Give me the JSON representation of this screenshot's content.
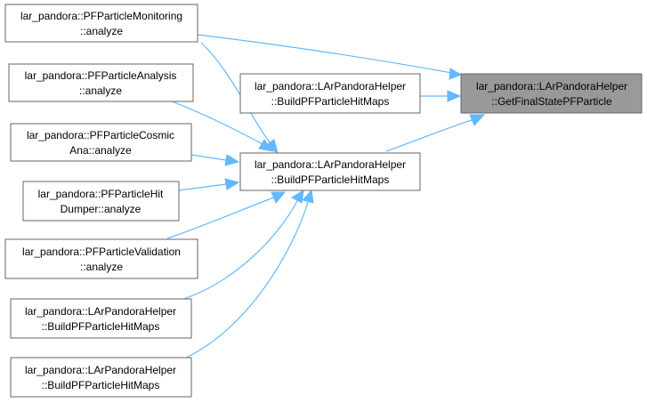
{
  "graph": {
    "nodes": [
      {
        "id": "n_getfinal",
        "lines": [
          "lar_pandora::LArPandoraHelper",
          "::GetFinalStatePFParticle"
        ],
        "highlighted": true
      },
      {
        "id": "n_build_top",
        "lines": [
          "lar_pandora::LArPandoraHelper",
          "::BuildPFParticleHitMaps"
        ]
      },
      {
        "id": "n_build_mid",
        "lines": [
          "lar_pandora::LArPandoraHelper",
          "::BuildPFParticleHitMaps"
        ]
      },
      {
        "id": "n_monitoring",
        "lines": [
          "lar_pandora::PFParticleMonitoring",
          "::analyze"
        ]
      },
      {
        "id": "n_analysis",
        "lines": [
          "lar_pandora::PFParticleAnalysis",
          "::analyze"
        ]
      },
      {
        "id": "n_cosmic",
        "lines": [
          "lar_pandora::PFParticleCosmic",
          "Ana::analyze"
        ]
      },
      {
        "id": "n_hitdumper",
        "lines": [
          "lar_pandora::PFParticleHit",
          "Dumper::analyze"
        ]
      },
      {
        "id": "n_validation",
        "lines": [
          "lar_pandora::PFParticleValidation",
          "::analyze"
        ]
      },
      {
        "id": "n_build_l1",
        "lines": [
          "lar_pandora::LArPandoraHelper",
          "::BuildPFParticleHitMaps"
        ]
      },
      {
        "id": "n_build_l2",
        "lines": [
          "lar_pandora::LArPandoraHelper",
          "::BuildPFParticleHitMaps"
        ]
      }
    ],
    "colors": {
      "edge": "#63b8ff",
      "node_border": "#666666",
      "focus_fill": "#999999",
      "node_fill": "#ffffff"
    }
  }
}
